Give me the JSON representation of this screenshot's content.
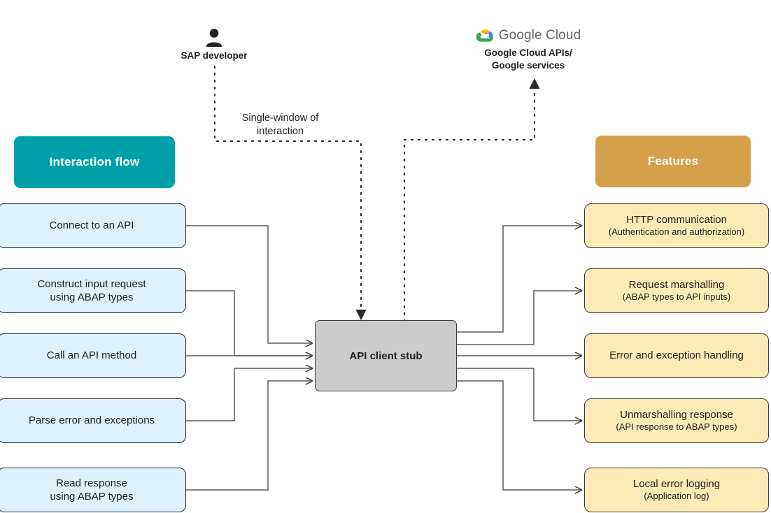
{
  "headers": {
    "left": {
      "label": "Interaction flow",
      "color": "#00a0a8"
    },
    "right": {
      "label": "Features",
      "color": "#d4a04a"
    }
  },
  "actors": {
    "sap_developer": {
      "label": "SAP developer",
      "icon": "person-icon"
    },
    "google_cloud": {
      "wordmark": "Google Cloud",
      "label_line1": "Google Cloud APIs/",
      "label_line2": "Google services",
      "icon": "google-cloud-logo-icon",
      "logo_colors": [
        "#ea4335",
        "#fbbc04",
        "#34a853",
        "#4285f4"
      ]
    }
  },
  "annotations": {
    "single_window": {
      "line1": "Single-window of",
      "line2": "interaction"
    }
  },
  "center": {
    "api_client_stub": "API client stub",
    "fill": "#cccccc"
  },
  "interaction_flow": {
    "fill": "#ddf2fc",
    "items": [
      {
        "main": "Connect to an API",
        "sub": ""
      },
      {
        "main": "Construct input request",
        "sub": "using ABAP types"
      },
      {
        "main": "Call an API method",
        "sub": ""
      },
      {
        "main": "Parse error and exceptions",
        "sub": ""
      },
      {
        "main": "Read response",
        "sub": "using ABAP types"
      }
    ]
  },
  "features": {
    "fill": "#fdeab7",
    "items": [
      {
        "main": "HTTP communication",
        "sub": "(Authentication and authorization)"
      },
      {
        "main": "Request marshalling",
        "sub": "(ABAP types to API inputs)"
      },
      {
        "main": "Error and exception handling",
        "sub": ""
      },
      {
        "main": "Unmarshalling response",
        "sub": "(API response to ABAP types)"
      },
      {
        "main": "Local error logging",
        "sub": "(Application log)"
      }
    ]
  }
}
